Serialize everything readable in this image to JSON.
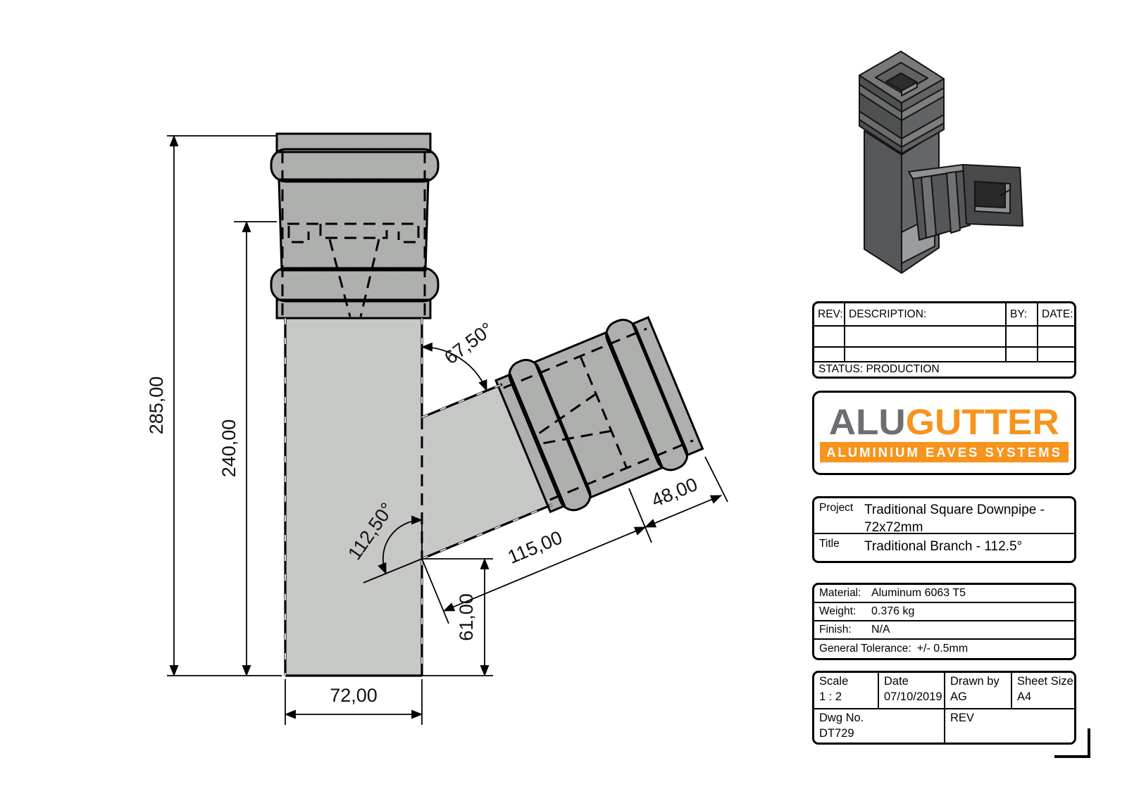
{
  "drawing": {
    "dims": {
      "height_total": "285,00",
      "height_to_socket": "240,00",
      "pipe_width": "72,00",
      "branch_drop": "61,00",
      "branch_length": "115,00",
      "socket_length": "48,00",
      "angle_top": "67,50°",
      "angle_branch": "112,50°"
    }
  },
  "rev_table": {
    "headers": {
      "rev": "REV:",
      "description": "DESCRIPTION:",
      "by": "BY:",
      "date": "DATE:"
    },
    "status": "STATUS: PRODUCTION"
  },
  "logo": {
    "part1": "ALU",
    "part2": "GUTTER",
    "tagline": "ALUMINIUM EAVES SYSTEMS",
    "gray": "#6D6E71",
    "orange": "#F7941D"
  },
  "project": {
    "label": "Project",
    "value_line1": "Traditional Square Downpipe -",
    "value_line2": "72x72mm",
    "title_label": "Title",
    "title_value": "Traditional Branch - 112.5°"
  },
  "specs": {
    "material_label": "Material:",
    "material": "Aluminum 6063 T5",
    "weight_label": "Weight:",
    "weight": "0.376 kg",
    "finish_label": "Finish:",
    "finish": "N/A",
    "tolerance_label": "General Tolerance:",
    "tolerance": "+/- 0.5mm"
  },
  "info": {
    "scale_label": "Scale",
    "scale": "1 : 2",
    "date_label": "Date",
    "date": "07/10/2019",
    "drawn_label": "Drawn by",
    "drawn": "AG",
    "sheet_label": "Sheet Size",
    "sheet": "A4",
    "dwg_label": "Dwg No.",
    "dwg": "DT729",
    "rev_label": "REV",
    "rev": ""
  }
}
